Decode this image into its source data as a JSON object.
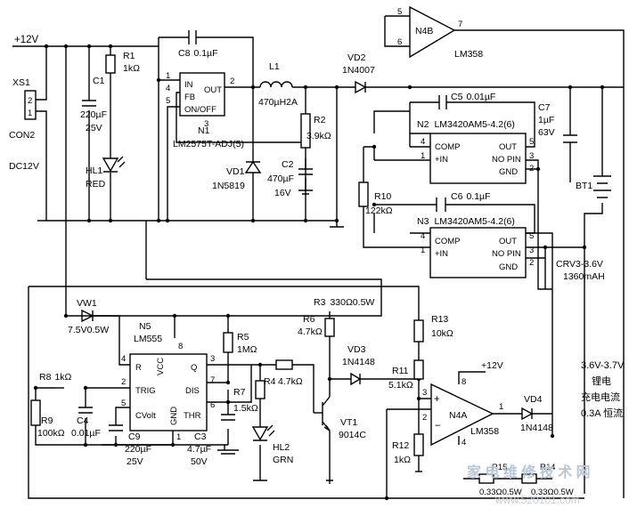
{
  "power": {
    "vin": "+12V",
    "connector_ref": "XS1",
    "connector_pins": [
      "2",
      "1"
    ],
    "connector_name": "CON2",
    "dc_label": "DC12V"
  },
  "r1": {
    "ref": "R1",
    "value": "1kΩ"
  },
  "c1": {
    "ref": "C1",
    "value": "220µF",
    "voltage": "25V"
  },
  "hl1": {
    "ref": "HL1",
    "color": "RED"
  },
  "c8": {
    "ref": "C8",
    "value": "0.1µF"
  },
  "n1": {
    "ref": "N1",
    "part": "LM2575T-ADJ(5)",
    "pin_in": "IN",
    "pin_fb": "FB",
    "pin_onoff": "ON/OFF",
    "pin_out": "OUT",
    "pin_numbers": [
      "1",
      "4",
      "5",
      "3",
      "2"
    ]
  },
  "vd1": {
    "ref": "VD1",
    "part": "1N5819"
  },
  "l1": {
    "ref": "L1",
    "value": "470µH2A"
  },
  "c2": {
    "ref": "C2",
    "value": "470µF",
    "voltage": "16V"
  },
  "r2": {
    "ref": "R2",
    "value": "3.9kΩ"
  },
  "vd2": {
    "ref": "VD2",
    "part": "1N4007"
  },
  "n4b": {
    "ref": "N4B",
    "part": "LM358",
    "pins": [
      "5",
      "6",
      "7"
    ]
  },
  "c5": {
    "ref": "C5",
    "value": "0.01µF"
  },
  "c6": {
    "ref": "C6",
    "value": "0.1µF"
  },
  "c7": {
    "ref": "C7",
    "value": "1µF",
    "voltage": "63V"
  },
  "n2": {
    "ref": "N2",
    "part": "LM3420AM5-4.2(6)",
    "pins": [
      "4",
      "1",
      "5",
      "3",
      "2"
    ]
  },
  "n3": {
    "ref": "N3",
    "part": "LM3420AM5-4.2(6)",
    "pins": [
      "4",
      "1",
      "5",
      "3",
      "2"
    ]
  },
  "lm3420_pins": {
    "comp": "COMP",
    "in": "+IN",
    "out": "OUT",
    "nopin": "NO PIN",
    "gnd": "GND"
  },
  "r10": {
    "ref": "R10",
    "value": "122kΩ"
  },
  "bt1": {
    "ref": "BT1",
    "spec": "CRV3-3.6V",
    "capacity": "1360mAH"
  },
  "vw1": {
    "ref": "VW1",
    "value": "7.5V0.5W"
  },
  "r3": {
    "ref": "R3",
    "value": "330Ω0.5W"
  },
  "n5": {
    "ref": "N5",
    "part": "LM555",
    "pin_r": "R",
    "pin_vcc": "VCC",
    "pin_q": "Q",
    "pin_trig": "TRIG",
    "pin_dis": "DIS",
    "pin_cvolt": "CVolt",
    "pin_thr": "THR",
    "pin_gnd": "GND",
    "pin_numbers": [
      "4",
      "8",
      "3",
      "2",
      "7",
      "5",
      "6",
      "1"
    ]
  },
  "r5": {
    "ref": "R5",
    "value": "1MΩ"
  },
  "r6": {
    "ref": "R6",
    "value": "4.7kΩ"
  },
  "r13": {
    "ref": "R13",
    "value": "10kΩ"
  },
  "vd3": {
    "ref": "VD3",
    "part": "1N4148"
  },
  "r8": {
    "ref": "R8",
    "value": "1kΩ"
  },
  "r9": {
    "ref": "R9",
    "value": "100kΩ"
  },
  "c4": {
    "ref": "C4",
    "value": "0.01µF"
  },
  "c9": {
    "ref": "C9",
    "value": "220µF",
    "voltage": "25V"
  },
  "c3": {
    "ref": "C3",
    "value": "4.7µF",
    "voltage": "50V"
  },
  "r7": {
    "ref": "R7",
    "value": "1.5kΩ"
  },
  "r4": {
    "ref": "R4",
    "value": "4.7kΩ"
  },
  "hl2": {
    "ref": "HL2",
    "color": "GRN"
  },
  "vt1": {
    "ref": "VT1",
    "part": "9014C"
  },
  "r11": {
    "ref": "R11",
    "value": "5.1kΩ"
  },
  "r12": {
    "ref": "R12",
    "value": "1kΩ"
  },
  "n4a": {
    "ref": "N4A",
    "part": "LM358",
    "supply": "+12V",
    "pins": [
      "3",
      "2",
      "8",
      "4",
      "1"
    ]
  },
  "vd4": {
    "ref": "VD4",
    "part": "1N4148"
  },
  "note": {
    "line1": "3.6V-3.7V",
    "line2": "锂电",
    "line3": "充电电流",
    "line4": "0.3A 恒流"
  },
  "r15": {
    "ref": "R15",
    "value": "0.33Ω0.5W"
  },
  "r14": {
    "ref": "R14",
    "value": "0.33Ω0.5W"
  },
  "watermark": {
    "line1": "家 电 维 修 技 术 网",
    "line2": "www.520101.com"
  }
}
